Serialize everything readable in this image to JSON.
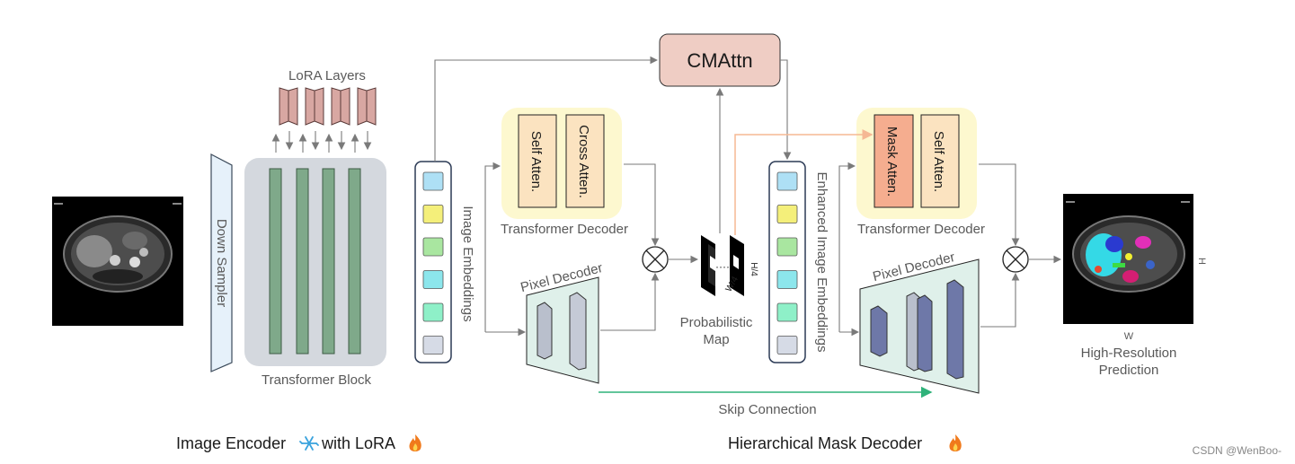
{
  "labels": {
    "lora_layers": "LoRA Layers",
    "down_sampler": "Down Sampler",
    "transformer_block": "Transformer Block",
    "image_embeddings": "Image Embeddings",
    "self_atten": "Self Atten.",
    "cross_atten": "Cross Atten.",
    "transformer_decoder_1": "Transformer Decoder",
    "pixel_decoder_1": "Pixel Decoder",
    "cmattn": "CMAttn",
    "prob_map_line1": "Probabilistic",
    "prob_map_line2": "Map",
    "h4": "H/4",
    "w4": "W/4",
    "enhanced_embeddings": "Enhanced Image Embeddings",
    "mask_atten": "Mask Atten.",
    "self_atten_2": "Self Atten.",
    "transformer_decoder_2": "Transformer Decoder",
    "pixel_decoder_2": "Pixel Decoder",
    "skip_connection": "Skip Connection",
    "h_label": "H",
    "w_label": "W",
    "prediction_line1": "High-Resolution",
    "prediction_line2": "Prediction",
    "encoder_title": "Image Encoder",
    "encoder_title_suffix": "with LoRA",
    "decoder_title": "Hierarchical Mask Decoder",
    "watermark": "CSDN @WenBoo-"
  },
  "icons": {
    "frozen": "snowflake-icon",
    "trainable": "fire-icon",
    "multiply": "circled-times-icon"
  },
  "colors": {
    "embedding_cells": [
      "#aee0f5",
      "#f4ef7a",
      "#a9e6a0",
      "#8ce6ec",
      "#8ef0c8",
      "#d6dbe6"
    ],
    "enhanced_cells": [
      "#aee0f5",
      "#f4ef7a",
      "#a9e6a0",
      "#8ce6ec",
      "#8ef0c8",
      "#d6dbe6"
    ],
    "transformer_bars": "#7fa98a",
    "transformer_bg": "#d4d8de",
    "lora": "#d8a7a2",
    "cmattn": "#efcdc4",
    "attention_box": "#fbe3c0",
    "mask_attention_box": "#f5ad8f",
    "decoder_bg": "#fdf8cf",
    "pixel_decoder": "#dff0ea",
    "skip": "#2fb27a",
    "prob_arrow": "#f5b894"
  }
}
